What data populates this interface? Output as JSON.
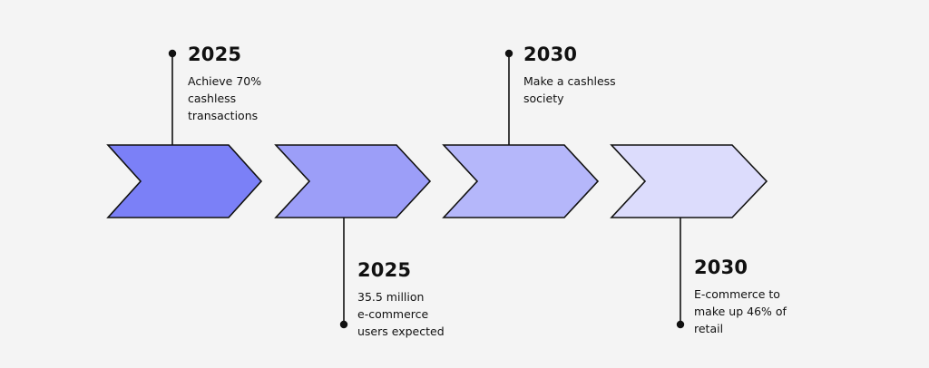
{
  "colors": {
    "background": "#f4f4f4",
    "outline": "#111111",
    "chevrons": [
      "#7b80f7",
      "#9c9ef8",
      "#b5b7fa",
      "#dcdcfc"
    ]
  },
  "milestones": [
    {
      "year": "2025",
      "text": "Achieve 70%\ncashless\ntransactions",
      "position": "above"
    },
    {
      "year": "2025",
      "text": "35.5 million\ne-commerce\nusers expected",
      "position": "below"
    },
    {
      "year": "2030",
      "text": "Make a cashless\nsociety",
      "position": "above"
    },
    {
      "year": "2030",
      "text": "E-commerce to\nmake up 46% of\nretail",
      "position": "below"
    }
  ]
}
